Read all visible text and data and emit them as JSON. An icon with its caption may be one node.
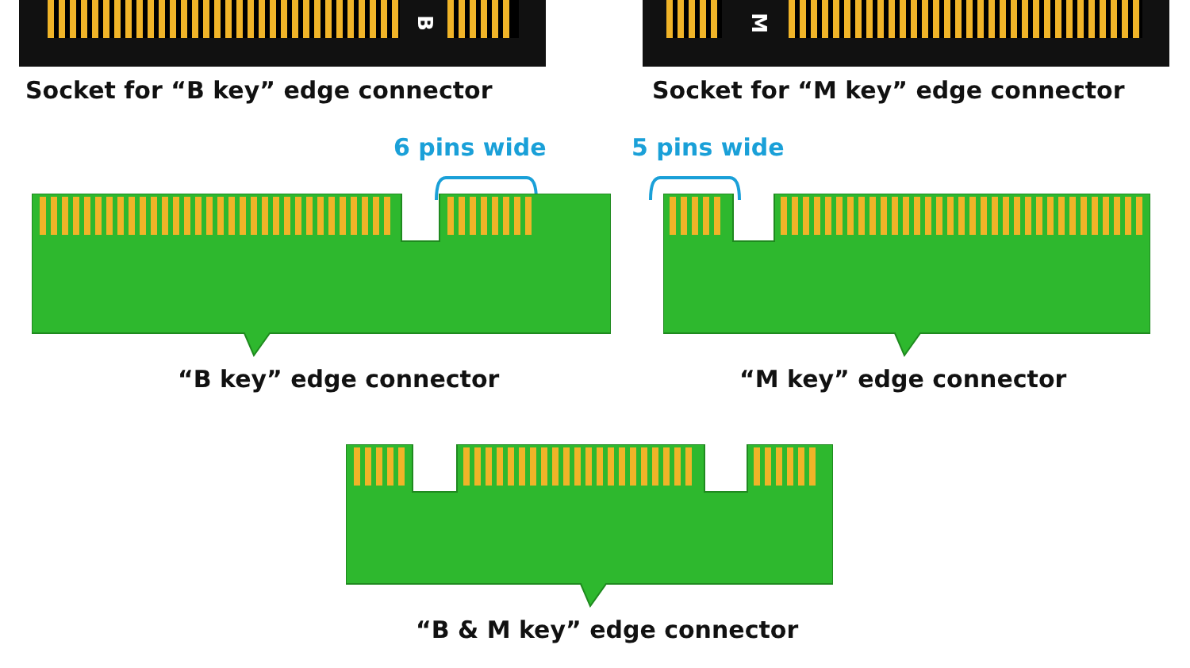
{
  "diagram": {
    "nodes": [
      {
        "text": [
          "Socket for “B key” edge connector"
        ]
      },
      {
        "text": [
          "Socket for “M key” edge connector"
        ]
      },
      {
        "text": [
          "“B key” edge connector"
        ]
      },
      {
        "text": [
          "“M key” edge connector"
        ]
      },
      {
        "text": [
          "“B & M key” edge connector"
        ]
      }
    ],
    "labels": [
      "B",
      "M",
      "6 pins wide",
      "5 pins wide"
    ]
  }
}
